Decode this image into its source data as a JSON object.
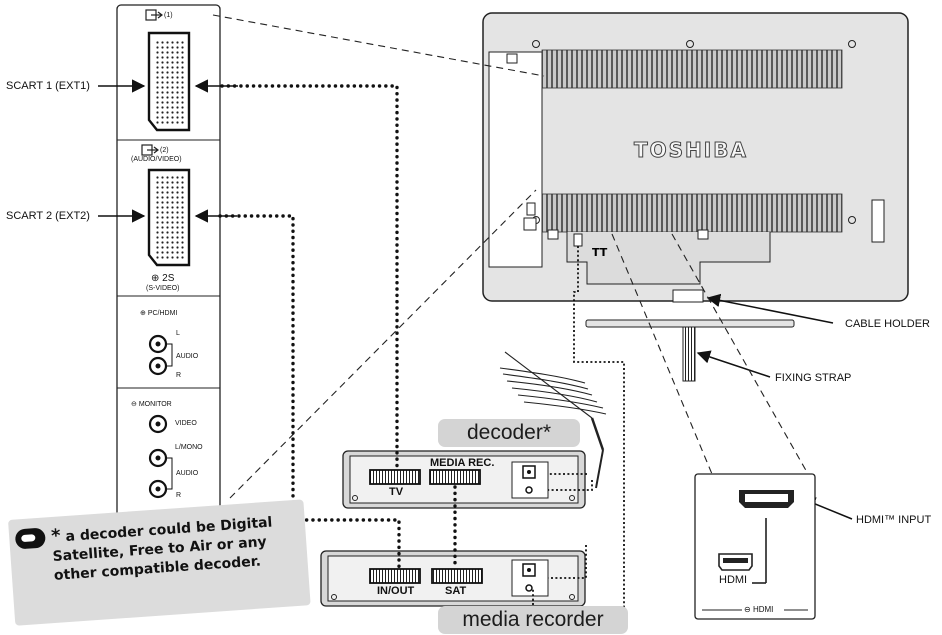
{
  "labels": {
    "scart1": "SCART 1 (EXT1)",
    "scart2": "SCART 2 (EXT2)",
    "cable_holder": "CABLE HOLDER",
    "fixing_strap": "FIXING STRAP",
    "hdmi_input": "HDMI™ INPUT"
  },
  "panel": {
    "ext1_symbol": "(1)",
    "ext2_symbol": "(2)",
    "ext2_sub": "(AUDIO/VIDEO)",
    "svideo": "2S",
    "svideo_sub": "(S-VIDEO)",
    "pc_hdmi": "PC/HDMI",
    "l": "L",
    "audio": "AUDIO",
    "r": "R",
    "monitor": "MONITOR",
    "video": "VIDEO",
    "lmono": "L/MONO",
    "audio2": "AUDIO",
    "r2": "R"
  },
  "tv": {
    "brand": "TOSHIBA"
  },
  "devices": {
    "decoder": {
      "name": "decoder*",
      "scart_tv": "TV",
      "scart_media": "MEDIA REC."
    },
    "recorder": {
      "name": "media recorder",
      "scart_inout": "IN/OUT",
      "scart_sat": "SAT"
    }
  },
  "hdmi_box": {
    "port": "HDMI",
    "footer": "HDMI"
  },
  "note": {
    "star": "*",
    "text": "a decoder could be Digital Satellite, Free to Air or any other compatible decoder."
  }
}
